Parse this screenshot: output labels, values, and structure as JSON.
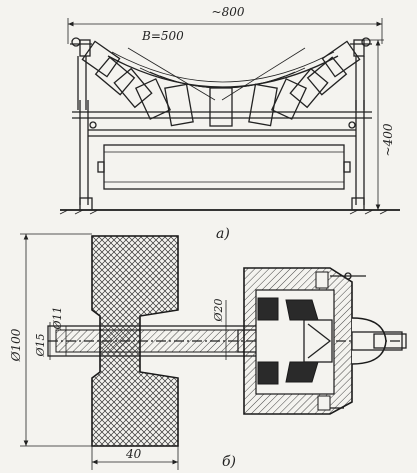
{
  "upper": {
    "width_label": "~800",
    "belt_label": "B=500",
    "height_label": "~400",
    "caption": "а)"
  },
  "lower": {
    "dia100": "Ø100",
    "dia15": "Ø15",
    "dia11": "Ø11",
    "dia20": "Ø20",
    "len40": "40",
    "caption": "б)"
  }
}
